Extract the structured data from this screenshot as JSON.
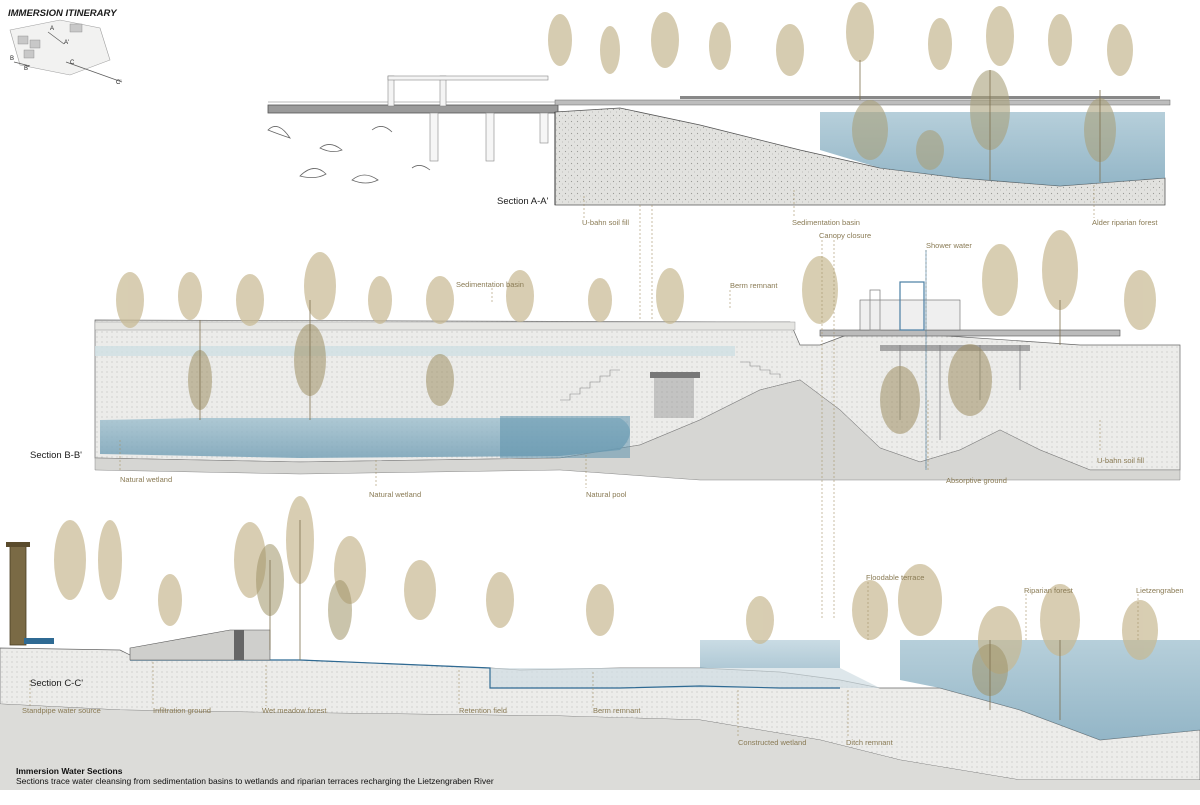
{
  "header": {
    "title": "IMMERSION ITINERARY"
  },
  "keymap": {
    "marks": [
      "A",
      "A'",
      "B",
      "B'",
      "C",
      "C'"
    ]
  },
  "sections": {
    "a": {
      "title": "Section A-A'",
      "labels": [
        "U-bahn soil fill",
        "Sedimentation basin",
        "Alder riparian forest"
      ]
    },
    "b": {
      "title": "Section B-B'",
      "top_labels": [
        "Sedimentation basin",
        "Berm remnant",
        "Canopy closure",
        "Shower water"
      ],
      "bottom_labels": [
        "Natural wetland",
        "Natural wetland",
        "Natural pool",
        "Absorptive ground",
        "U-bahn soil fill"
      ]
    },
    "c": {
      "title": "Section C-C'",
      "top_labels": [
        "Floodable terrace",
        "Riparian forest",
        "Lietzengraben"
      ],
      "bottom_labels": [
        "Standpipe water source",
        "Infiltration ground",
        "Wet meadow forest",
        "Retention field",
        "Berm remnant",
        "Constructed wetland",
        "Ditch remnant"
      ]
    }
  },
  "caption": {
    "title": "Immersion Water Sections",
    "text": "Sections trace water cleansing from sedimentation basins to wetlands and riparian terraces recharging the Lietzengraben River"
  },
  "colors": {
    "water": "#8fb3c4",
    "water_deep": "#5f93ad",
    "soil": "#d6d6d3",
    "label": "#8a7b55",
    "foliage": "#c5b48c",
    "foliage_green": "#a9ae8a",
    "ink": "#3a3a3a"
  }
}
